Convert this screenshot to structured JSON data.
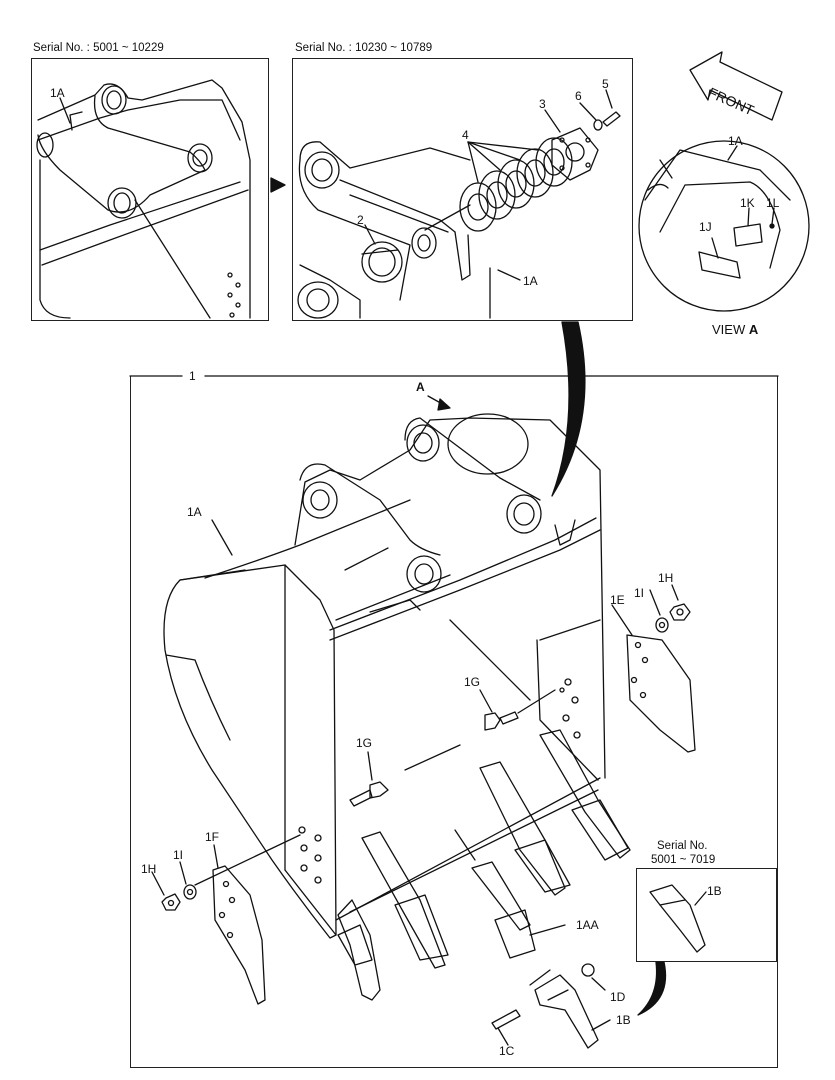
{
  "serial_top_left": "Serial No. : 5001 ~ 10229",
  "serial_top_right": "Serial No. : 10230 ~ 10789",
  "front_label": "FRONT",
  "view_label": "VIEW",
  "view_letter": "A",
  "serial_small_line1": "Serial No.",
  "serial_small_line2": "5001 ~ 7019",
  "callouts": {
    "c1A_tl": "1A",
    "c1A_tr": "1A",
    "c1A_view": "1A",
    "c1A_main": "1A",
    "c1J": "1J",
    "c1K": "1K",
    "c1L": "1L",
    "c2": "2",
    "c3": "3",
    "c4": "4",
    "c5": "5",
    "c6": "6",
    "c1": "1",
    "cA": "A",
    "c1E": "1E",
    "c1I_r": "1I",
    "c1H_r": "1H",
    "c1G_r": "1G",
    "c1G_l": "1G",
    "c1F": "1F",
    "c1I_l": "1I",
    "c1H_l": "1H",
    "c1AA": "1AA",
    "c1D": "1D",
    "c1B": "1B",
    "c1C": "1C",
    "c1B_small": "1B"
  }
}
